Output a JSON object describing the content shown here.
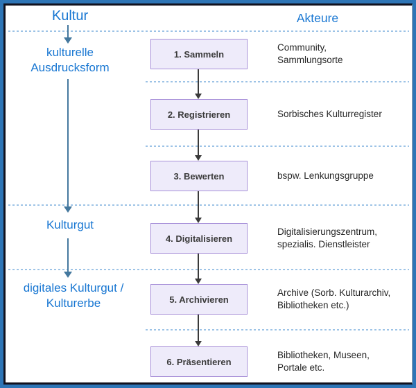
{
  "diagram": {
    "title_left": "Kultur",
    "title_right": "Akteure",
    "stage_labels": [
      {
        "text": "kulturelle\nAusdrucksform"
      },
      {
        "text": "Kulturgut"
      },
      {
        "text": "digitales Kulturgut /\nKulturerbe"
      }
    ],
    "steps": [
      {
        "label": "1. Sammeln",
        "actors": "Community,\nSammlungsorte"
      },
      {
        "label": "2. Registrieren",
        "actors": "Sorbisches Kulturregister"
      },
      {
        "label": "3. Bewerten",
        "actors": "bspw. Lenkungsgruppe"
      },
      {
        "label": "4. Digitalisieren",
        "actors": "Digitalisierungszentrum,\nspezialis. Dienstleister"
      },
      {
        "label": "5. Archivieren",
        "actors": "Archive (Sorb. Kulturarchiv,\nBibliotheken etc.)"
      },
      {
        "label": "6. Präsentieren",
        "actors": "Bibliotheken, Museen,\nPortale etc."
      }
    ],
    "colors": {
      "accent_blue": "#1776D2",
      "arrow_steel_blue": "#44789E",
      "box_fill": "#EEEBFA",
      "box_border": "#A78FD8",
      "dashed_line": "#9DC3E6",
      "frame_outer": "#2E75B6",
      "frame_inner": "#12121E"
    }
  }
}
